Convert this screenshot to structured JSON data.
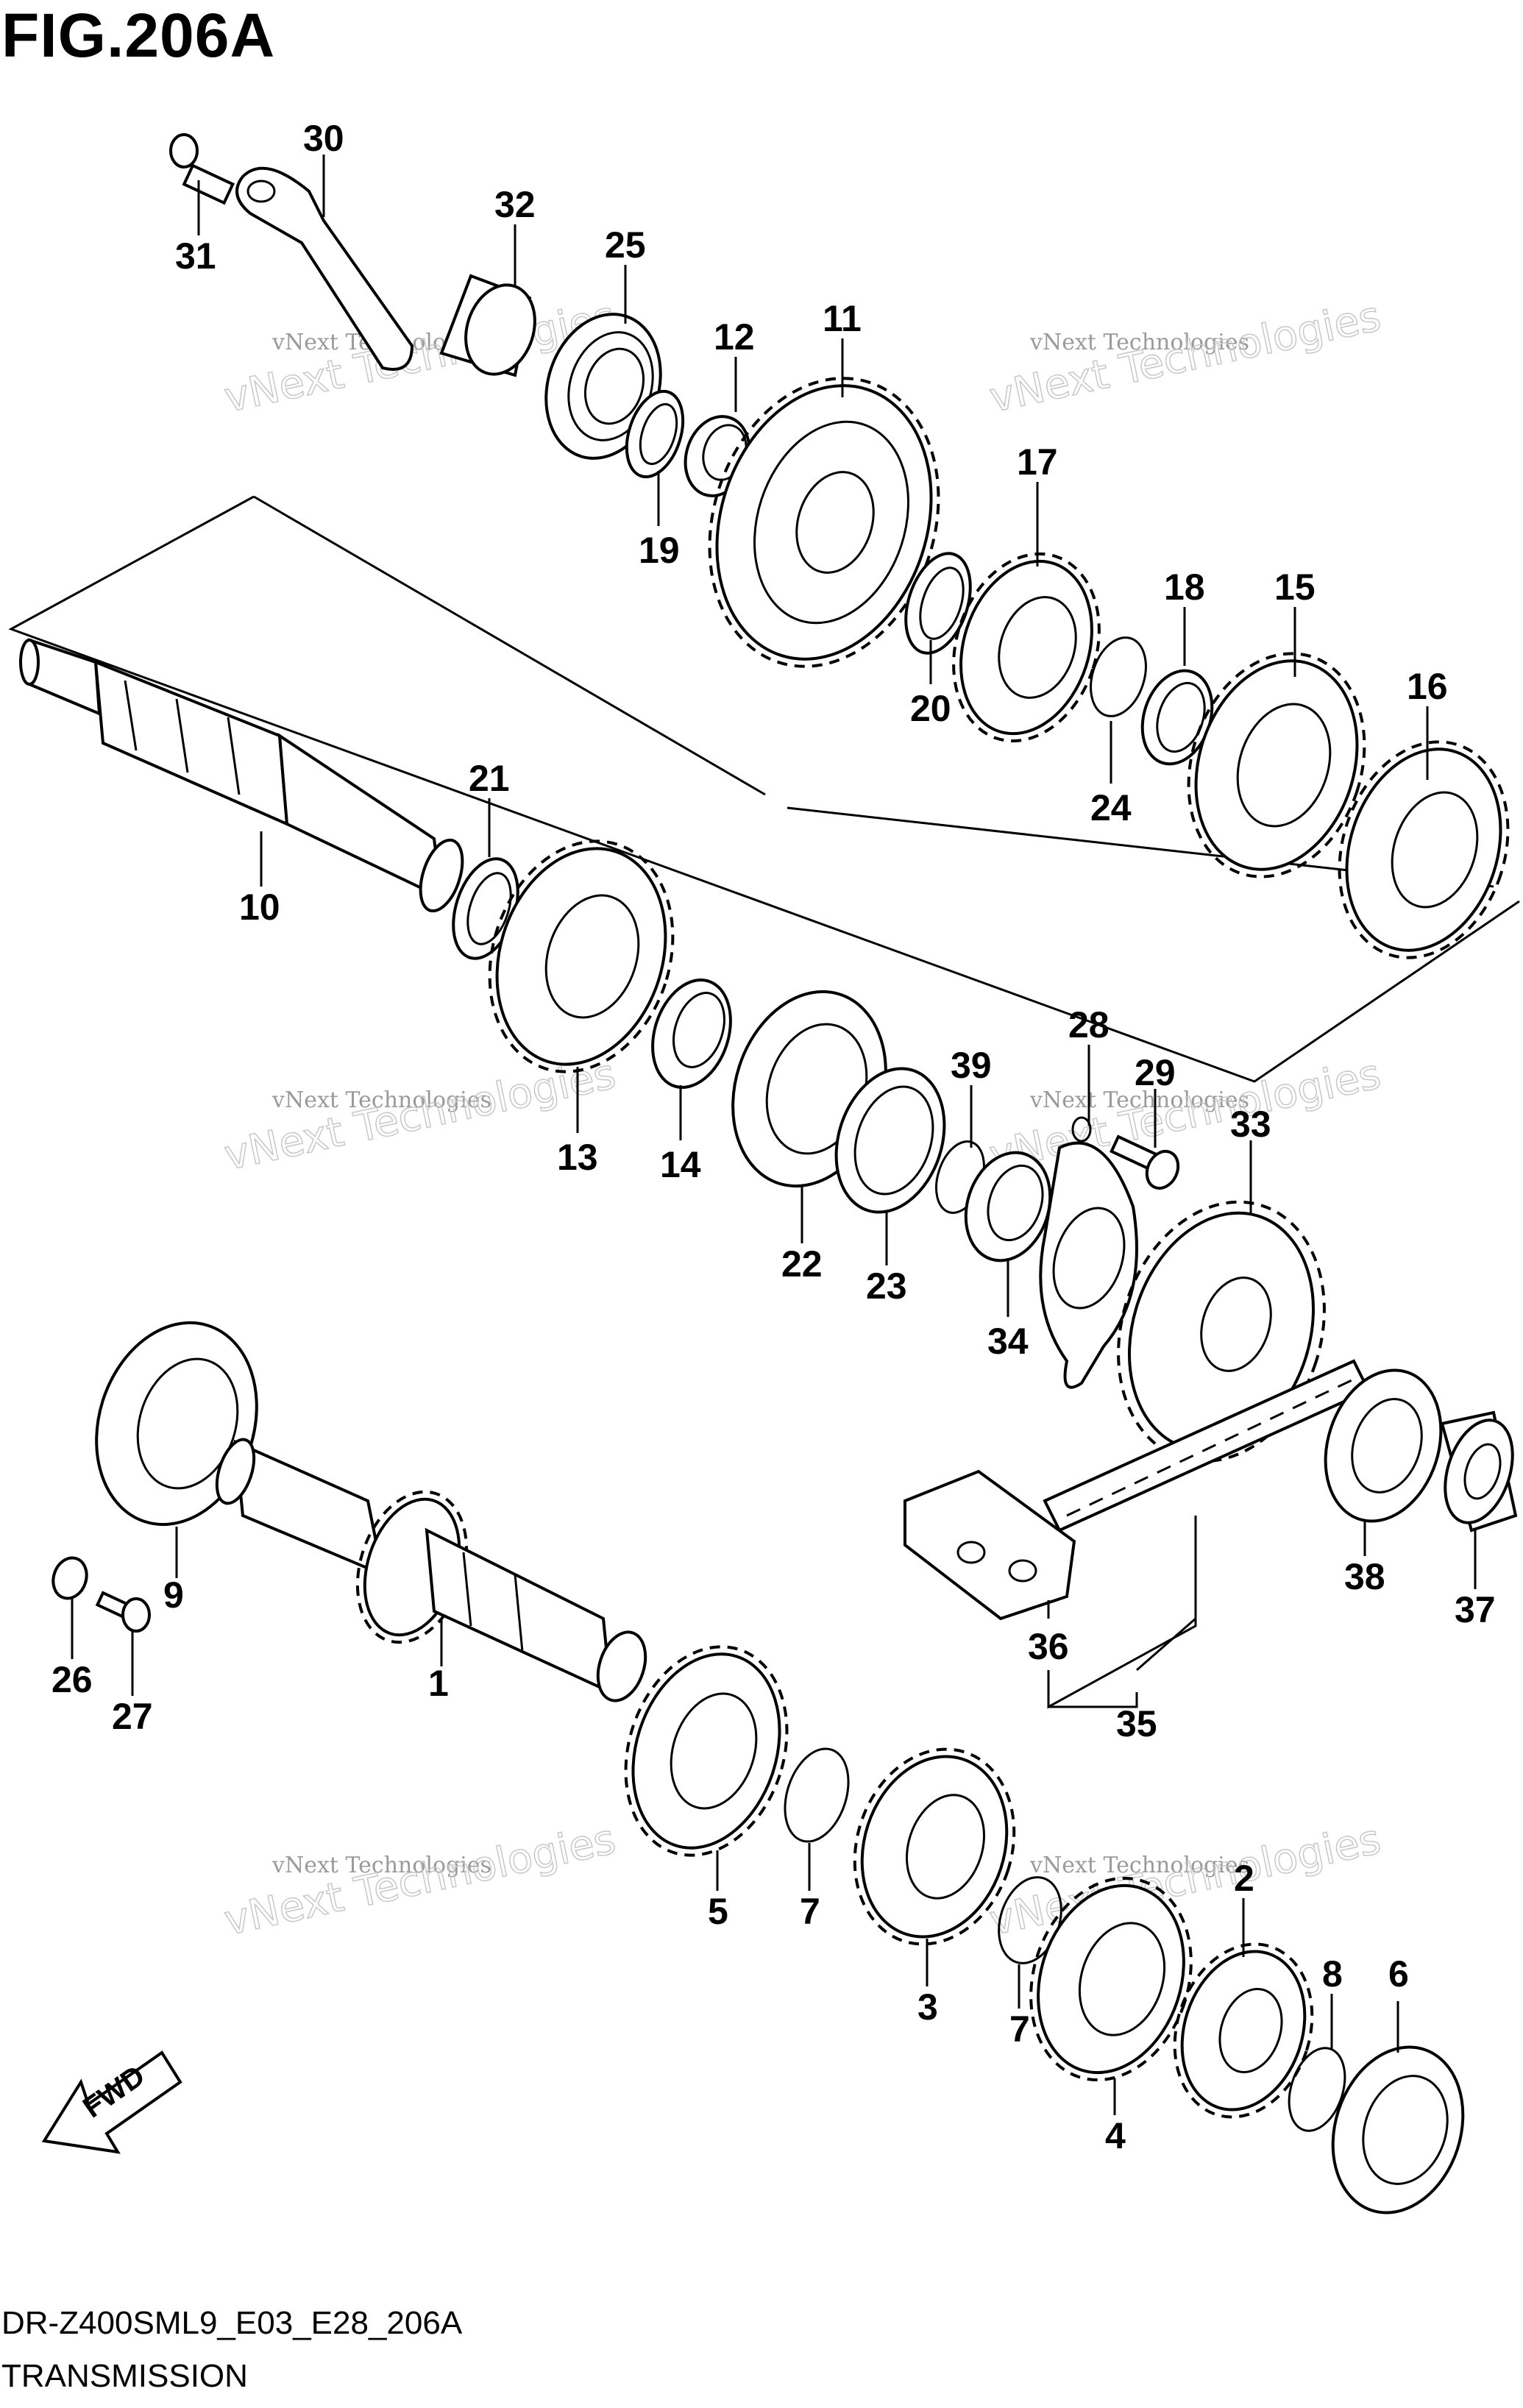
{
  "figure_title": "FIG.206A",
  "diagram_code": "DR-Z400SML9_E03_E28_206A",
  "diagram_name": "TRANSMISSION",
  "watermark": {
    "line1": "vNext Technologies",
    "line2": "vNext Technologies"
  },
  "fwd_label": "FWD",
  "callouts": [
    "30",
    "31",
    "32",
    "25",
    "12",
    "11",
    "19",
    "17",
    "20",
    "18",
    "15",
    "16",
    "24",
    "21",
    "10",
    "13",
    "14",
    "22",
    "23",
    "39",
    "28",
    "29",
    "33",
    "34",
    "9",
    "1",
    "26",
    "27",
    "38",
    "37",
    "36",
    "35",
    "5",
    "7",
    "3",
    "2",
    "8",
    "6",
    "4"
  ]
}
